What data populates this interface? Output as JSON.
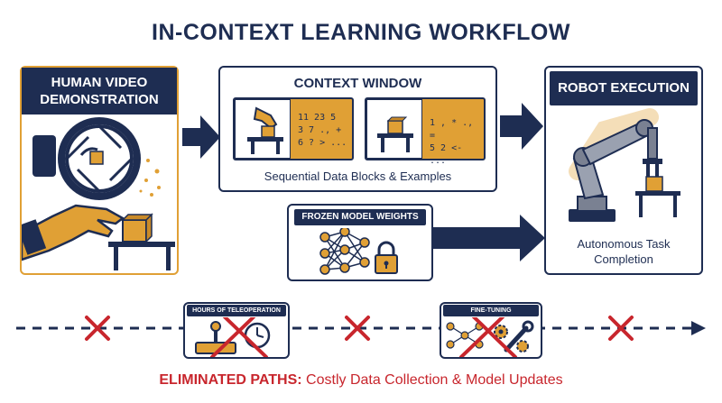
{
  "title": "IN-CONTEXT LEARNING WORKFLOW",
  "human_panel": {
    "line1": "HUMAN VIDEO",
    "line2": "DEMONSTRATION"
  },
  "context_window": {
    "title": "CONTEXT WINDOW",
    "card1_code": [
      "11 23 5",
      "3 7 ., +",
      "6 ? > ..."
    ],
    "card2_code": [
      "1 , * ., =",
      "5 2 <- ..."
    ],
    "caption": "Sequential Data Blocks & Examples"
  },
  "frozen_weights": {
    "title": "FROZEN MODEL WEIGHTS"
  },
  "robot_panel": {
    "title": "ROBOT EXECUTION",
    "line1": "Autonomous Task",
    "line2": "Completion"
  },
  "eliminated": {
    "teleop_label": "HOURS OF TELEOPERATION",
    "finetune_label": "FINE-TUNING",
    "footer_bold": "ELIMINATED PATHS:",
    "footer_rest": " Costly Data Collection & Model Updates"
  },
  "colors": {
    "navy": "#1e2d52",
    "orange": "#e0a035",
    "red": "#c8262d",
    "gray": "#7a8192"
  },
  "icons": [
    "camera-aperture-icon",
    "hand-icon",
    "box-icon",
    "robot-arm-icon",
    "neural-network-icon",
    "lock-icon",
    "joystick-icon",
    "clock-icon",
    "wrench-icon",
    "gear-icon",
    "x-mark-icon"
  ]
}
